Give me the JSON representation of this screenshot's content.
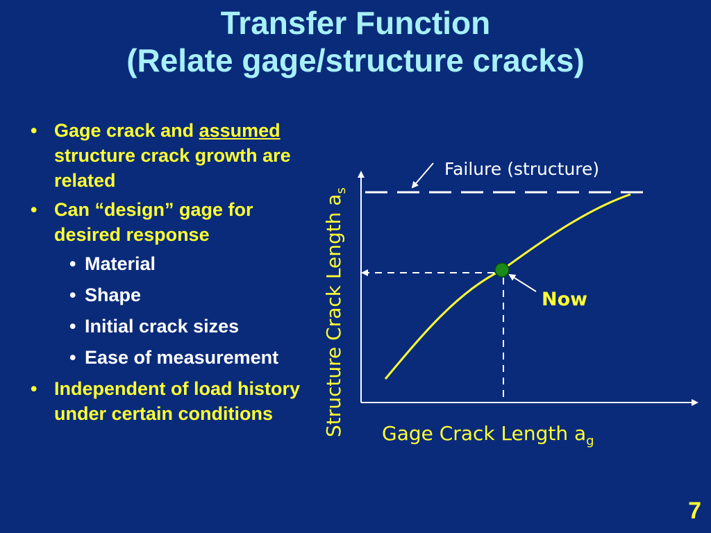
{
  "title": {
    "line1": "Transfer Function",
    "line2": "(Relate gage/structure cracks)"
  },
  "bullets": [
    {
      "pre": "Gage crack and ",
      "underline": "assumed",
      "post": " structure crack growth are related"
    },
    {
      "text": "Can “design” gage for desired response",
      "sub": [
        "Material",
        "Shape",
        "Initial crack sizes",
        "Ease of measurement"
      ]
    },
    {
      "text": "Independent of load history under certain conditions"
    }
  ],
  "diagram": {
    "y_axis_label": "Structure Crack Length a",
    "y_axis_sub": "s",
    "x_axis_label": "Gage Crack Length a",
    "x_axis_sub": "g",
    "failure_label": "Failure (structure)",
    "now_label": "Now",
    "colors": {
      "curve": "#ffff33",
      "point": "#1a8a1a",
      "text": "#ffffff",
      "label_yellow": "#ffff33",
      "dashed": "#ffffff"
    }
  },
  "page_number": "7"
}
